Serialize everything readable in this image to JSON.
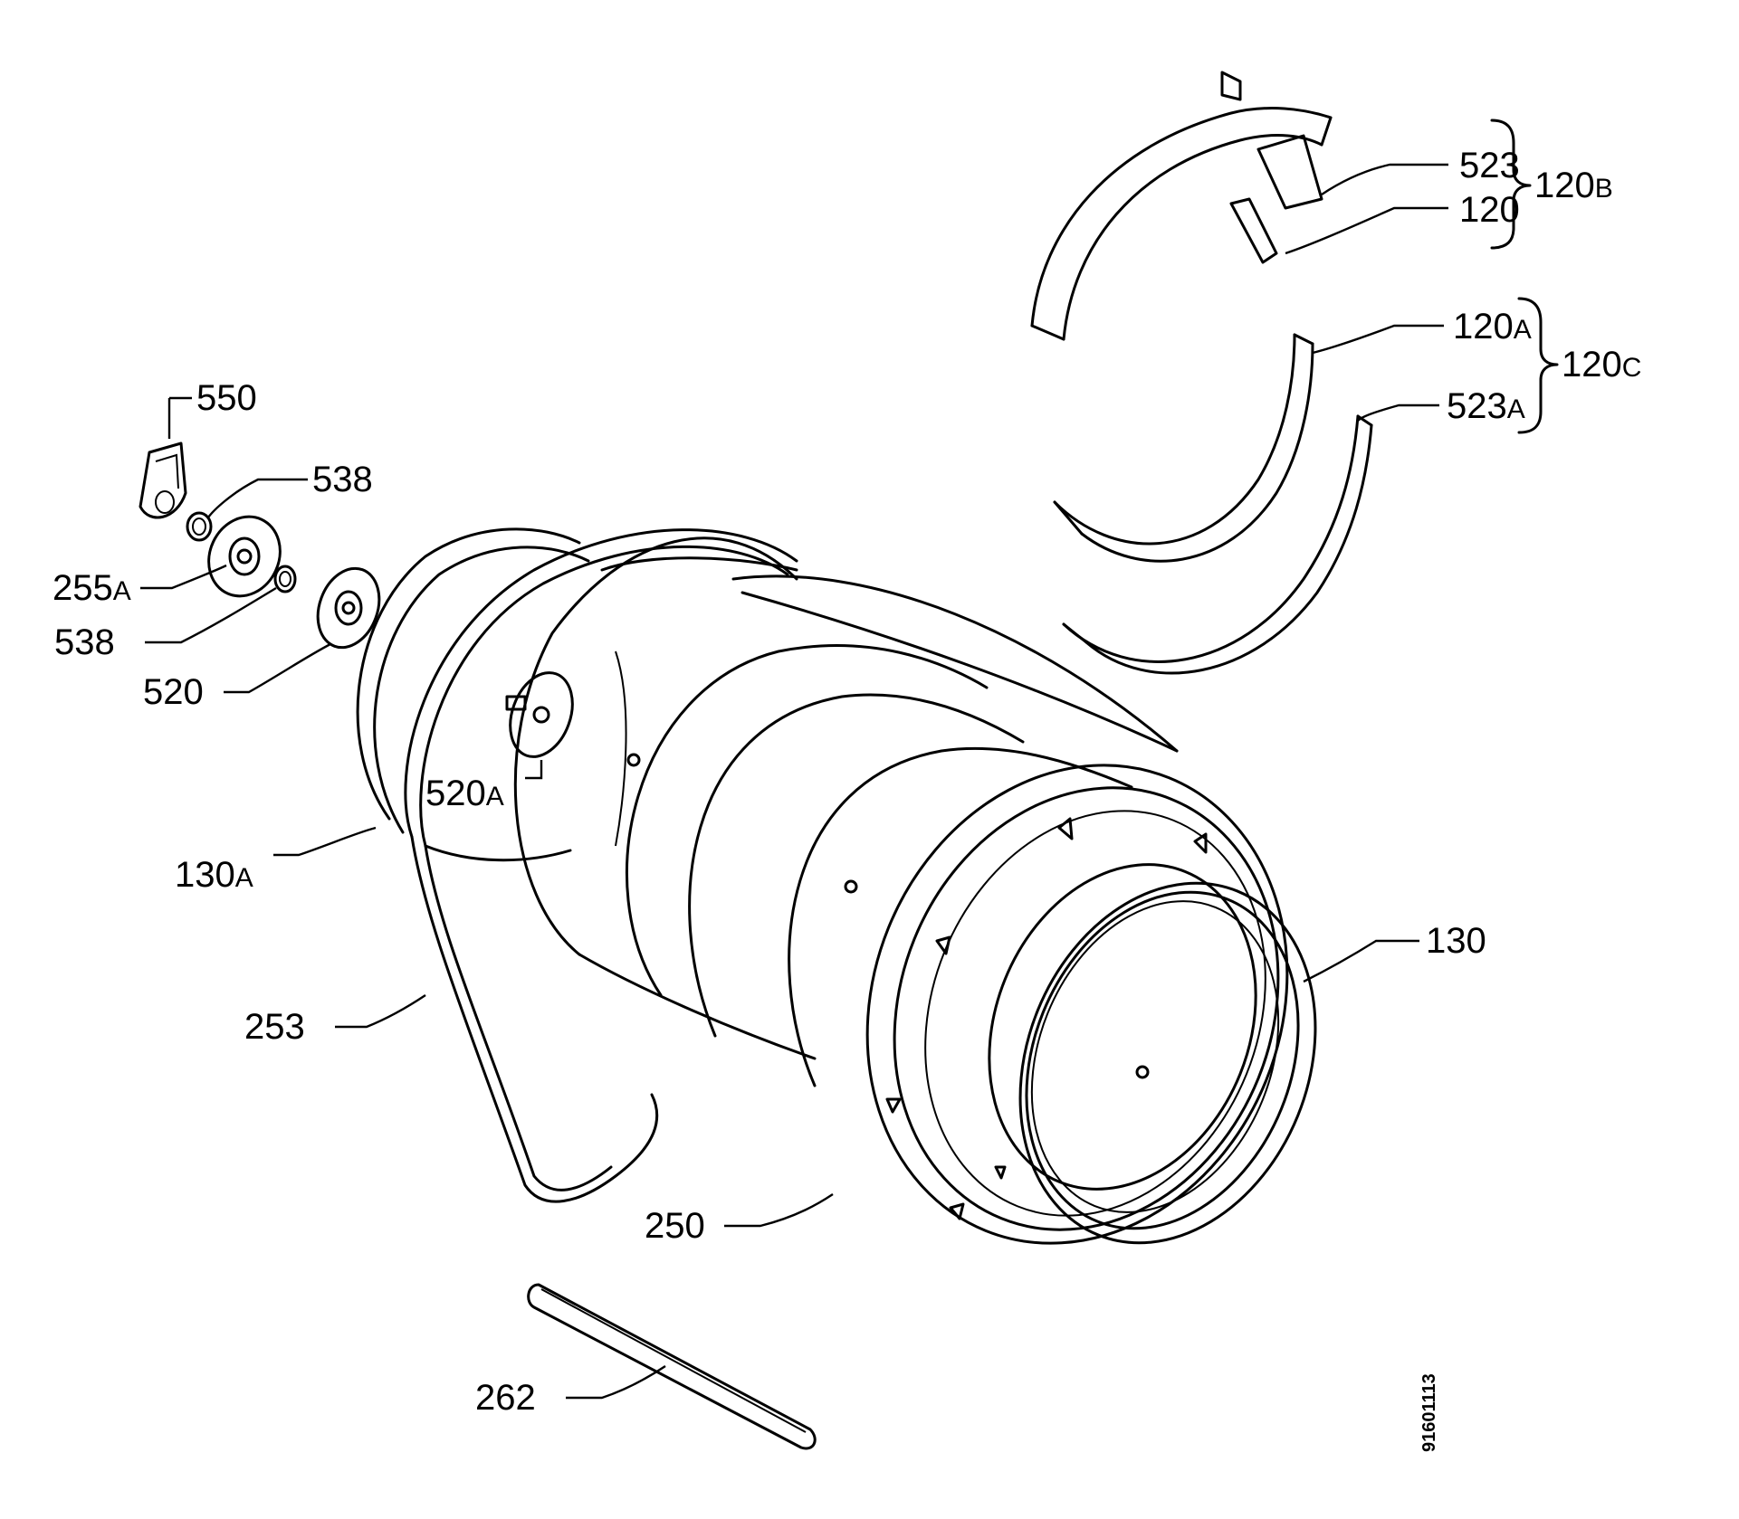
{
  "callouts": [
    {
      "id": "523",
      "main": "523",
      "suffix": ""
    },
    {
      "id": "120",
      "main": "120",
      "suffix": ""
    },
    {
      "id": "120B",
      "main": "120",
      "suffix": "B"
    },
    {
      "id": "120A",
      "main": "120",
      "suffix": "A"
    },
    {
      "id": "120C",
      "main": "120",
      "suffix": "C"
    },
    {
      "id": "523A",
      "main": "523",
      "suffix": "A"
    },
    {
      "id": "550",
      "main": "550",
      "suffix": ""
    },
    {
      "id": "538-top",
      "main": "538",
      "suffix": ""
    },
    {
      "id": "255A",
      "main": "255",
      "suffix": "A"
    },
    {
      "id": "538-bottom",
      "main": "538",
      "suffix": ""
    },
    {
      "id": "520",
      "main": "520",
      "suffix": ""
    },
    {
      "id": "520A",
      "main": "520",
      "suffix": "A"
    },
    {
      "id": "130A",
      "main": "130",
      "suffix": "A"
    },
    {
      "id": "130",
      "main": "130",
      "suffix": ""
    },
    {
      "id": "253",
      "main": "253",
      "suffix": ""
    },
    {
      "id": "250",
      "main": "250",
      "suffix": ""
    },
    {
      "id": "262",
      "main": "262",
      "suffix": ""
    }
  ],
  "drawing_number": "91601113"
}
